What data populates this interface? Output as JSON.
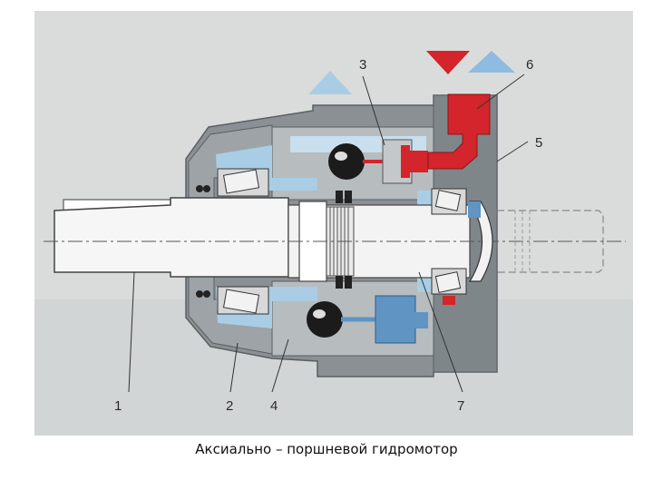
{
  "labels": {
    "l1": "1",
    "l2": "2",
    "l3": "3",
    "l4": "4",
    "l5": "5",
    "l6": "6",
    "l7": "7"
  },
  "caption": "Аксиально – поршневой гидромотор",
  "colors": {
    "background_panel": "#dadcdc",
    "housing": "#8a9094",
    "housing_light": "#aeb3b6",
    "shaft": "#f4f4f4",
    "oil_blue": "#a9cde4",
    "piston_blue": "#5f94c3",
    "pressure_red": "#d3252b",
    "outlet_blue": "#8fbbe0"
  },
  "icons": [
    "inlet-arrow-down-red",
    "outlet-arrow-up-blue",
    "outlet-arrow-up-blue"
  ]
}
